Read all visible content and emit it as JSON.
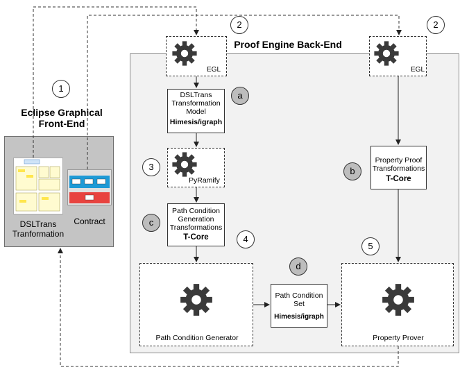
{
  "front_end": {
    "title_line1": "Eclipse Graphical",
    "title_line2": "Front-End",
    "thumb1_label_line1": "DSLTrans",
    "thumb1_label_line2": "Tranformation",
    "thumb2_label": "Contract"
  },
  "back_end": {
    "title": "Proof Engine Back-End"
  },
  "egl_left": {
    "label": "EGL"
  },
  "egl_right": {
    "label": "EGL"
  },
  "dsltrans_model": {
    "line1": "DSLTrans",
    "line2": "Transformation",
    "line3": "Model",
    "sub": "Himesis/igraph"
  },
  "pyramify": {
    "label": "PyRamify"
  },
  "path_condition_transformations": {
    "line1": "Path Condition",
    "line2": "Generation",
    "line3": "Transformations",
    "sub": "T-Core"
  },
  "property_proof_transformations": {
    "line1": "Property Proof",
    "line2": "Transformations",
    "sub": "T-Core"
  },
  "path_condition_generator": {
    "label": "Path Condition Generator"
  },
  "path_condition_set": {
    "line1": "Path Condition",
    "line2": "Set",
    "sub": "Himesis/igraph"
  },
  "property_prover": {
    "label": "Property Prover"
  },
  "markers": {
    "m1": "1",
    "m2a": "2",
    "m2b": "2",
    "m3": "3",
    "m4": "4",
    "m5": "5",
    "ma": "a",
    "mb": "b",
    "mc": "c",
    "md": "d"
  },
  "colors": {
    "backend_fill": "#f2f2f2",
    "frontend_fill": "#c4c4c4",
    "gear": "#3a3a3a",
    "grey_marker": "#bdbdbd",
    "contract_blue": "#1e9ad6",
    "contract_red": "#e8433f"
  },
  "icons": [
    "gear-icon"
  ]
}
